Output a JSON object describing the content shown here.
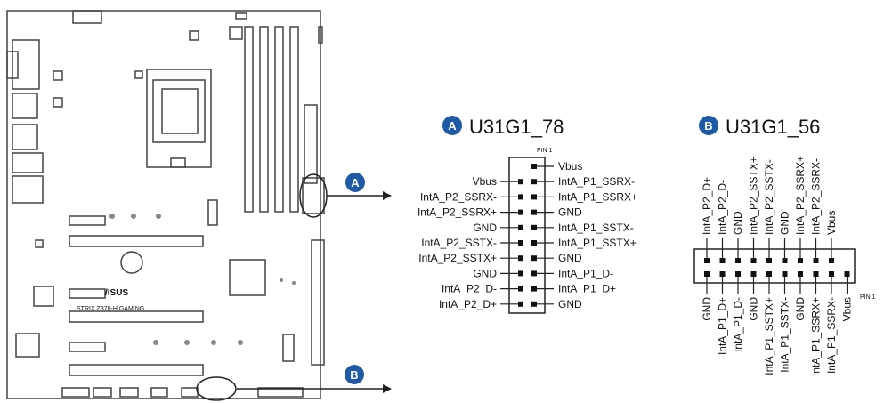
{
  "board": {
    "brand": "/ISUS",
    "model": "STRIX Z370-H GAMING"
  },
  "connector_a": {
    "badge": "A",
    "title": "U31G1_78",
    "pin1_label": "PIN 1",
    "left_pins": [
      "Vbus",
      "IntA_P2_SSRX-",
      "IntA_P2_SSRX+",
      "GND",
      "IntA_P2_SSTX-",
      "IntA_P2_SSTX+",
      "GND",
      "IntA_P2_D-",
      "IntA_P2_D+"
    ],
    "right_pins": [
      "Vbus",
      "IntA_P1_SSRX-",
      "IntA_P1_SSRX+",
      "GND",
      "IntA_P1_SSTX-",
      "IntA_P1_SSTX+",
      "GND",
      "IntA_P1_D-",
      "IntA_P1_D+",
      "GND"
    ]
  },
  "connector_b": {
    "badge": "B",
    "title": "U31G1_56",
    "pin1_label": "PIN 1",
    "top_pins": [
      "IntA_P2_D+",
      "IntA_P2_D-",
      "GND",
      "IntA_P2_SSTX+",
      "IntA_P2_SSTX-",
      "GND",
      "IntA_P2_SSRX+",
      "IntA_P2_SSRX-",
      "Vbus"
    ],
    "bottom_pins": [
      "GND",
      "IntA_P1_D+",
      "IntA_P1_D-",
      "GND",
      "IntA_P1_SSTX+",
      "IntA_P1_SSTX-",
      "GND",
      "IntA_P1_SSRX+",
      "IntA_P1_SSRX-",
      "Vbus"
    ]
  },
  "callouts": {
    "a": "A",
    "b": "B"
  },
  "colors": {
    "badge": "#1f5aa6",
    "line": "#222222",
    "board": "#444444"
  }
}
